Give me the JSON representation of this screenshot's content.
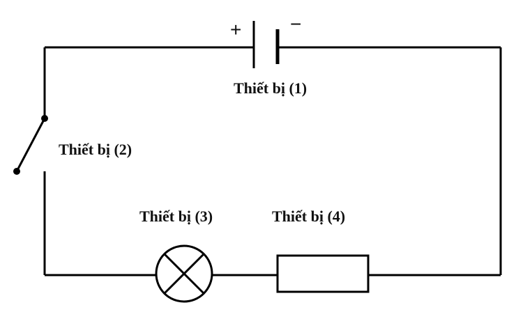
{
  "battery": {
    "plus_sign": "+",
    "minus_sign": "−",
    "label": "Thiết bị (1)"
  },
  "switch": {
    "label": "Thiết bị (2)"
  },
  "lamp": {
    "label": "Thiết bị (3)"
  },
  "resistor": {
    "label": "Thiết bị (4)"
  },
  "colors": {
    "line": "#000000",
    "background": "#ffffff"
  }
}
